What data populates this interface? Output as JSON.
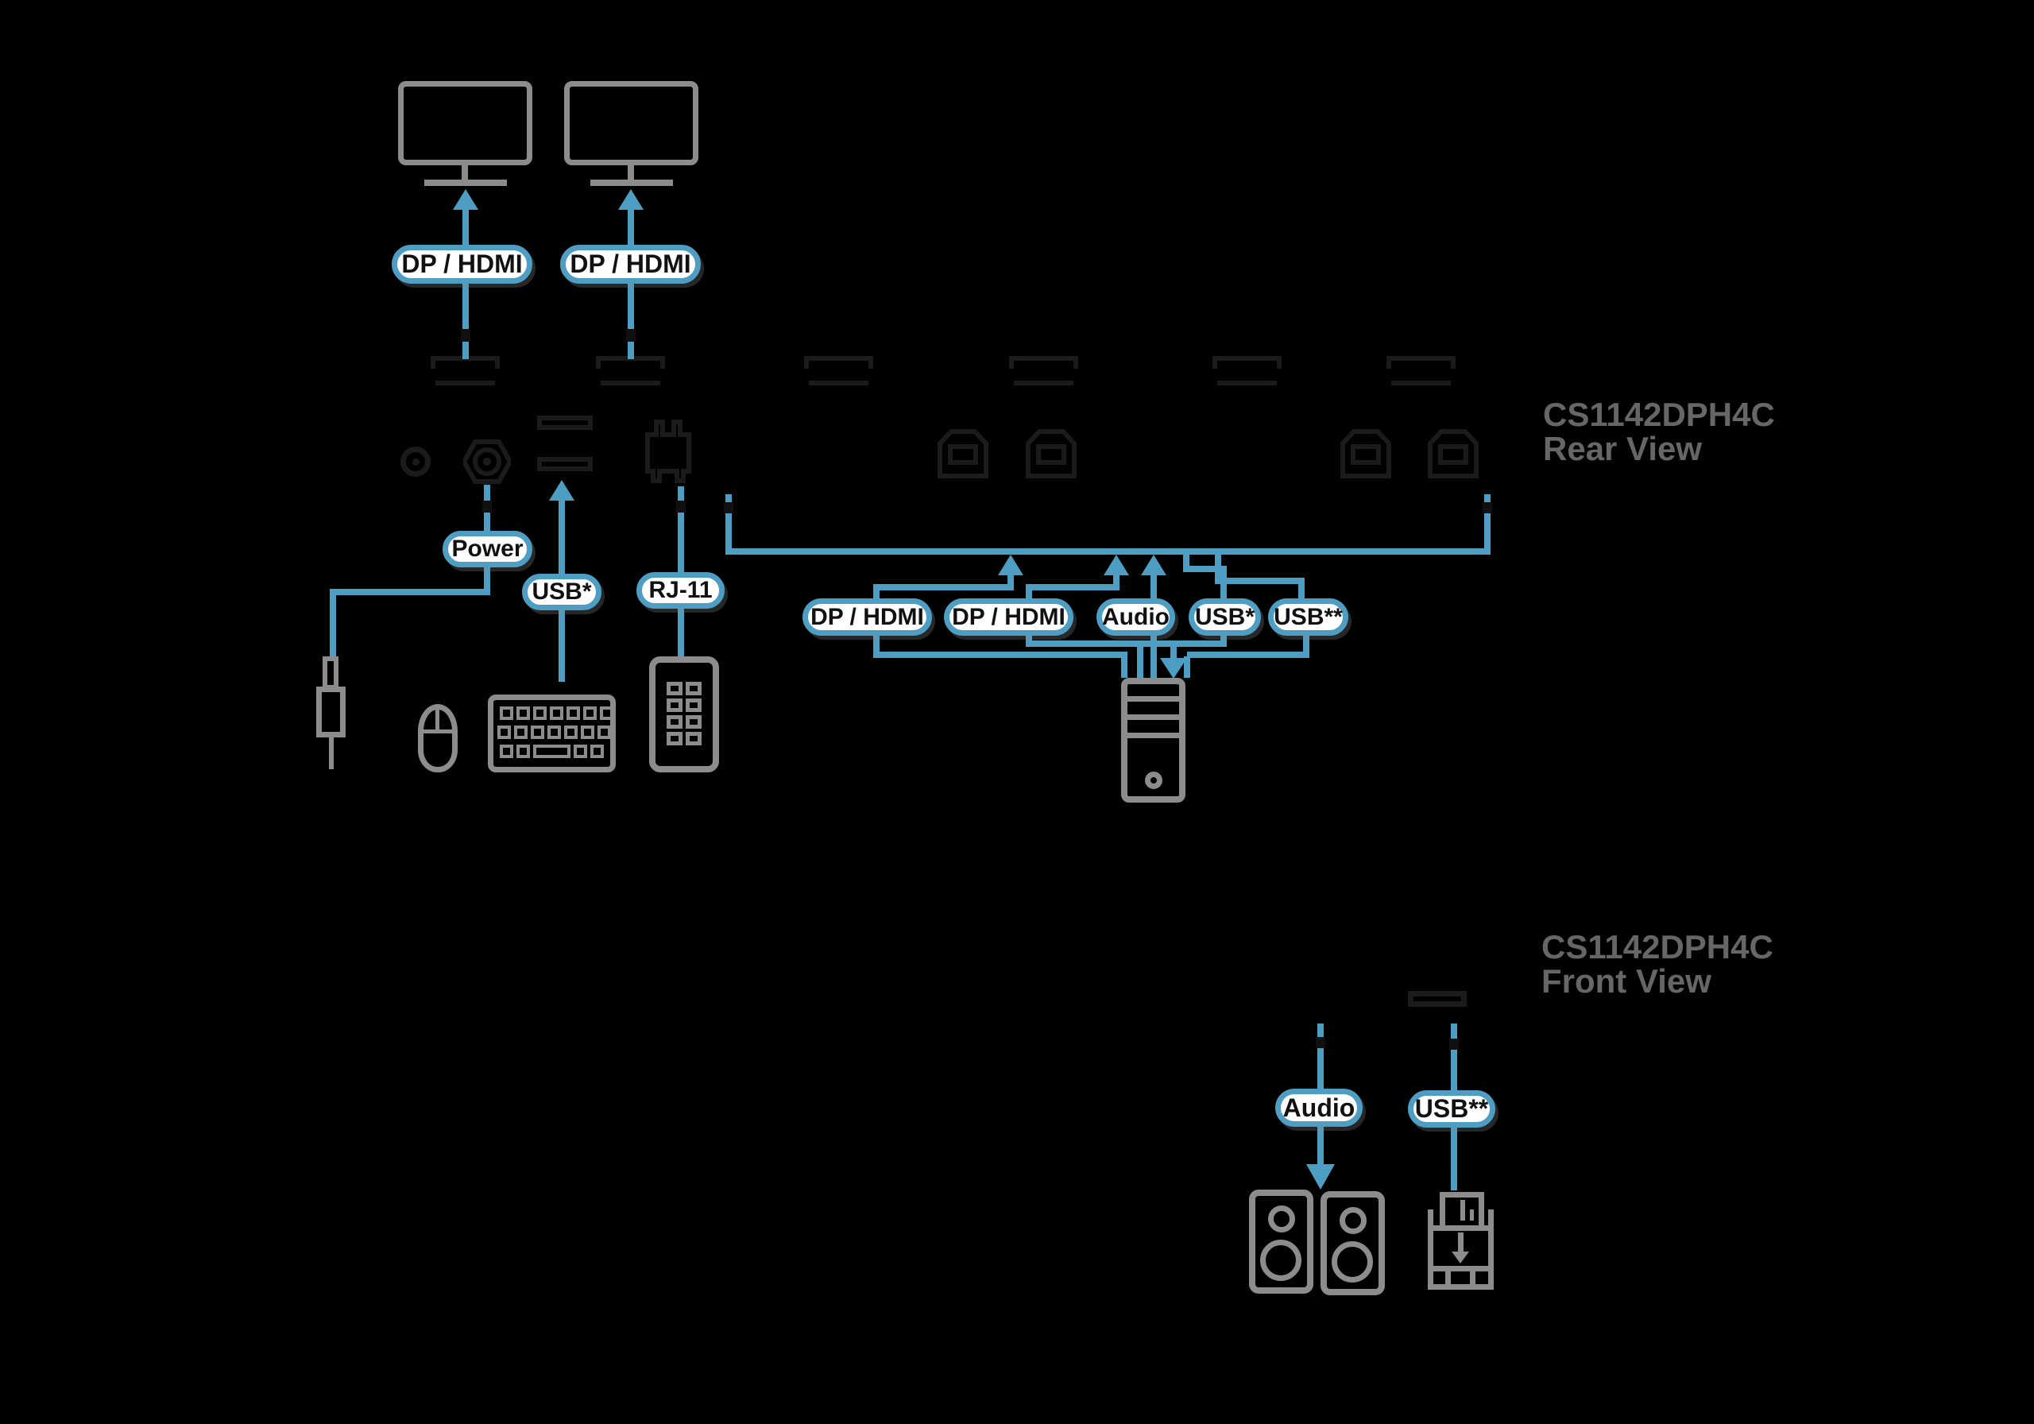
{
  "title": {
    "model": "CS1142DPH4C",
    "rear": "Rear View",
    "front": "Front View"
  },
  "pills": {
    "display1": "DP / HDMI",
    "display2": "DP / HDMI",
    "power": "Power",
    "usb_console": "USB*",
    "rj11": "RJ-11",
    "pc_dp1": "DP / HDMI",
    "pc_dp2": "DP / HDMI",
    "pc_audio": "Audio",
    "pc_usb": "USB*",
    "pc_usb_peripheral": "USB**",
    "front_audio": "Audio",
    "front_usb": "USB**"
  },
  "colors": {
    "line_blue": "#4e9dc3",
    "icon_gray": "#8c8c8c",
    "caption_gray": "#666666",
    "port_dark": "#1b1b1b",
    "pill_bg": "#ffffff",
    "pill_text": "#111111",
    "background": "#000000"
  }
}
